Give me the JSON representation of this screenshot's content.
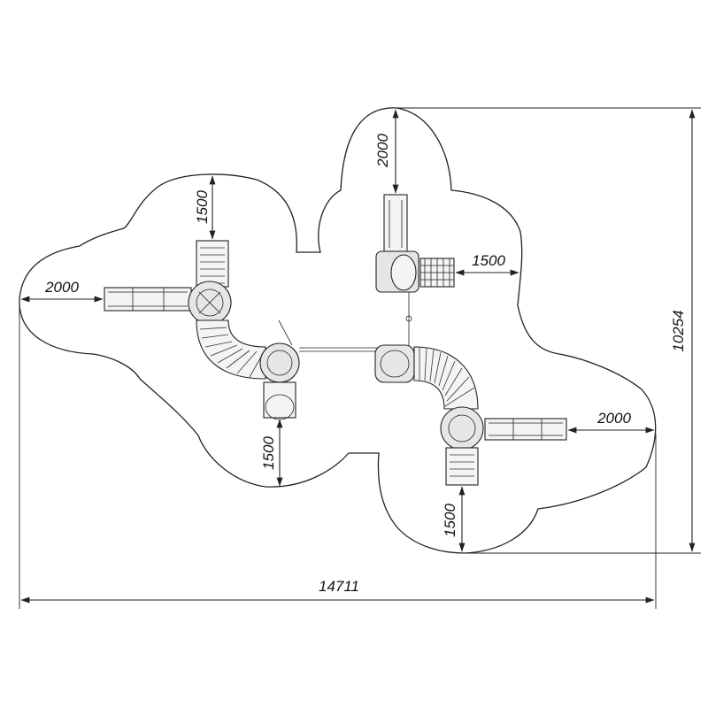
{
  "drawing": {
    "total_width_label": "14711",
    "total_height_label": "10254",
    "clearances": {
      "left_west": "2000",
      "left_top": "1500",
      "left_bottom": "1500",
      "right_top": "2000",
      "right_east_upper": "1500",
      "right_east_lower": "2000",
      "right_bottom": "1500"
    }
  }
}
